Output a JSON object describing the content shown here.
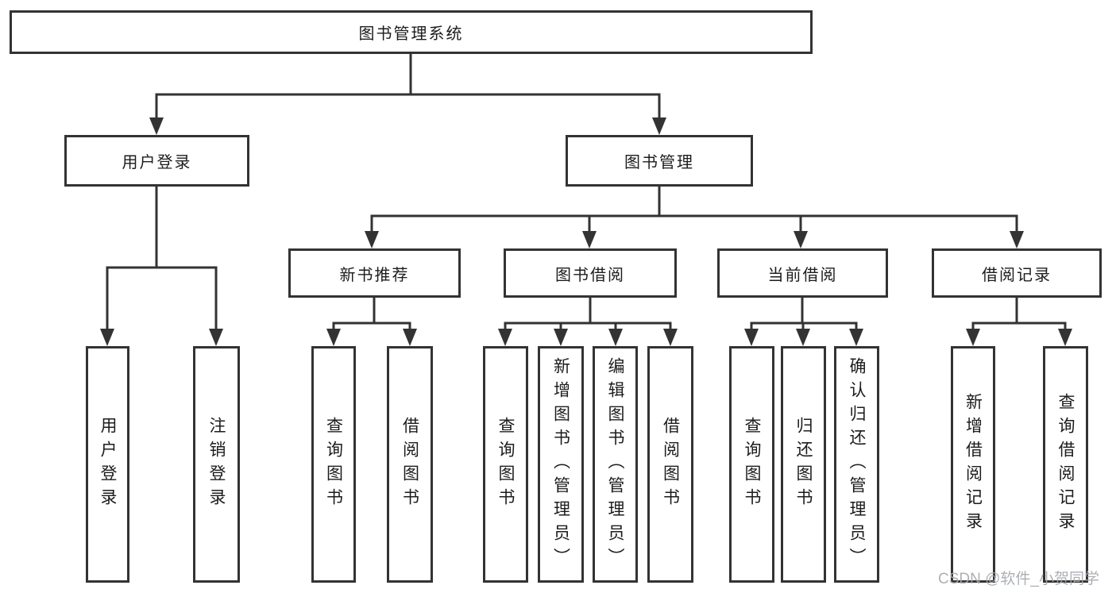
{
  "diagram": {
    "title": "图书管理系统",
    "root": {
      "label": "图书管理系统"
    },
    "level2": {
      "user_login": {
        "label": "用户登录"
      },
      "book_management": {
        "label": "图书管理"
      }
    },
    "level3": {
      "new_book_recommend": {
        "label": "新书推荐"
      },
      "book_borrow": {
        "label": "图书借阅"
      },
      "current_borrow": {
        "label": "当前借阅"
      },
      "borrow_records": {
        "label": "借阅记录"
      }
    },
    "leaves": {
      "user_login": [
        "用户登录",
        "注销登录"
      ],
      "new_book_recommend": [
        "查询图书",
        "借阅图书"
      ],
      "book_borrow": [
        "查询图书",
        "新增图书（管理员）",
        "编辑图书（管理员）",
        "借阅图书"
      ],
      "current_borrow": [
        "查询图书",
        "归还图书",
        "确认归还（管理员）"
      ],
      "borrow_records": [
        "新增借阅记录",
        "查询借阅记录"
      ]
    }
  },
  "watermark": {
    "text": "CSDN @软件_小贺同学"
  },
  "colors": {
    "line": "#333333",
    "text": "#1c1c1c",
    "box_fill": "#ffffff",
    "background": "#ffffff",
    "watermark": "#a6a9ad"
  }
}
